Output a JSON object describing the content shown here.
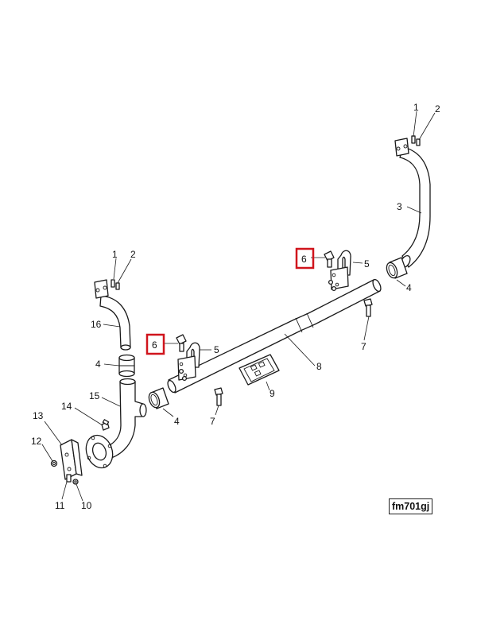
{
  "figure_id": "fm701gj",
  "highlight_color": "#d0141c",
  "highlighted_callout": "6",
  "callouts": {
    "c1_top": "1",
    "c2_top": "2",
    "c3": "3",
    "c6_right": "6",
    "c5_right": "5",
    "c4_right": "4",
    "c7_right": "7",
    "c8": "8",
    "c9": "9",
    "c1_left": "1",
    "c2_left": "2",
    "c16": "16",
    "c6_left": "6",
    "c5_left": "5",
    "c4_left_top": "4",
    "c4_left_bottom": "4",
    "c15": "15",
    "c14": "14",
    "c13": "13",
    "c12": "12",
    "c11": "11",
    "c10": "10",
    "c7_left": "7"
  }
}
